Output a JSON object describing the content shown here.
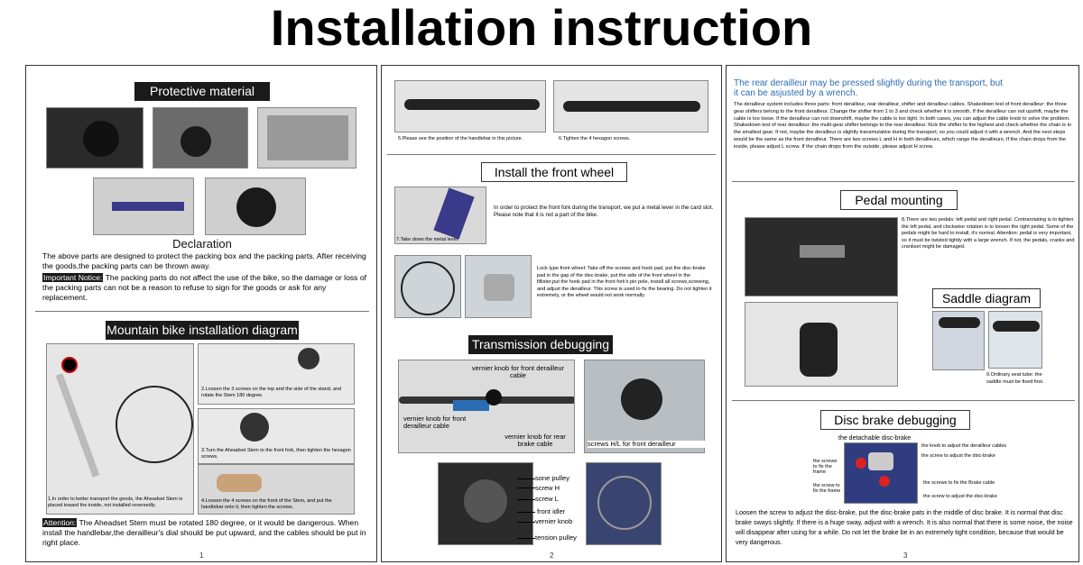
{
  "title": "Installation instruction",
  "page1": {
    "protective_header": "Protective material",
    "declaration_title": "Declaration",
    "declaration_text": "The above parts are designed to protect the packing box and the packing parts. After receiving the goods,the packing parts can be thrown away.",
    "notice_label": "Important Notice:",
    "notice_text": "The packing parts do not affect the use of the bike, so the damage or loss of the packing parts can not be a reason to refuse to sign for the goods or ask for any replacement.",
    "mountain_header": "Mountain bike installation diagram",
    "step1": "1.In order to better transport the goods, the Aheadset Stem is placed toward the inside, not installed reversedly.",
    "step2": "2.Loosen the 3 screws on the top and the side of the stand, and rotate the Stem 180 degree.",
    "step3": "3.Turn the Aheadset Stem to the front fork, then tighten the hexagon screws.",
    "step4": "4.Loosen the 4 screws on the front of the Stem, and put the handlebar onto it, then tighten the screws.",
    "attention_label": "Attention:",
    "attention_text": "The Aheadset Stem must be rotated 180 degree, or it would be dangerous. When install the handlebar,the derailleur's dial should be put upward, and the cables should be put in right place.",
    "page_number": "1"
  },
  "page2": {
    "step5": "5.Please see the position of the handlebar in this picture.",
    "step6": "6.Tighten the 4 hexagon screws.",
    "front_wheel_header": "Install the front wheel",
    "fork_text": "In order to protect the front fork during the transport, we put a metal lever in the card slot. Please note that it is not a part of the bike.",
    "step7": "7.Take down the metal lever.",
    "lock_text": "Lock type front wheel: Take off the screws and hook pad, put the disc-brake pad in the gap of the disc-brake, put the side of the front wheel in the fillister,put the hook pad in the front fork's pin pole, install all screws,screwing, and adjust the derailleur. This screw is used to fix the bearing. Do not tighten it extremely, or the wheel would not work normally.",
    "transmission_header": "Transmission debugging",
    "label_vernier_front": "vernier knob for front derailleur cable",
    "label_vernier_front2": "vernier knob for front derailleur cable",
    "label_vernier_rear": "vernier knob for rear brake cable",
    "label_screws_hl": "screws H/L for front derailleur",
    "label_sone_pulley": "sone pulley",
    "label_screw_h": "screw H",
    "label_screw_l": "screw L",
    "label_front_idler": "front idler",
    "label_vernier_knob": "vernier knob",
    "label_tension_pulley": "tension pulley",
    "page_number": "2"
  },
  "page3": {
    "blue_note": "The rear derailleur may be pressed slightly during the transport, but it can be asjusted by a wrench.",
    "derailleur_text": "The derailleur system includes three parts: front derailleur, rear derailleur, shifter and derailleur cables. Shakedown test of front derailleur: the three gear shifters belong to the front derailleur. Change the shifter from 1 to 3 and check whether it is smooth. If the derailleur can not upshift, maybe the cable is too loose. If the derailleur can not downshift, maybe the cable is too tight. In both cases, you can adjust the cable knob to solve the problem. Shakedown test of rear derailleur: the multi-gear shifter belongs to the rear derailleur. Kick the shifter to the highest and check whether the chain is in the smallest gear. If not, maybe the derailleur is slightly transmutative during the transport, so you could adjust it with a wrench. And the next steps would be the same as the front derailleur. There are two screws L and H in both derailleurs, which range the derailleurs. If the chain drops from the inside, please adjust L screw. If the chain drops from the outside, please adjust H screw.",
    "pedal_header": "Pedal mounting",
    "pedal_text": "8.There are two pedals: left pedal and right pedal. Contrarotating is to tighten the left pedal, and clockwise rotation is to loosen the right pedal. Some of the pedals might be hard to install, it's normal. Attention: pedal is very important, so it must be twisted tightly with a large wrench. If not, the pedals, cranks and crankset might be damaged.",
    "saddle_header": "Saddle diagram",
    "saddle_text": "9.Ordinary seat tube: the saddle must be fixed first.",
    "disc_header": "Disc brake debugging",
    "label_detachable": "the detachable disc-brake",
    "label_knob_adjust": "the knob to adjust the derailleur cables",
    "label_screw_adjust": "the screw to adjust the disc-brake",
    "label_screws_frame": "the screws to fix the frame",
    "label_screw_frame2": "the screw to fix the frame",
    "label_screws_brake_cable": "the screws to fix the Brake cable",
    "label_screw_adjust2": "the screw to adjust the disc-brake",
    "disc_text": "Loosen the screw to adjust the disc-brake, put the disc-brake pats in the middle of disc brake. It is normal that disc brake sways slightly. If there is a huge sway, adjust with a wrench. It is also normal that there is some noise, the noise will disappear after using for a while. Do not let the brake be in an extremely tight condition, because that would be very dangerous.",
    "page_number": "3"
  }
}
